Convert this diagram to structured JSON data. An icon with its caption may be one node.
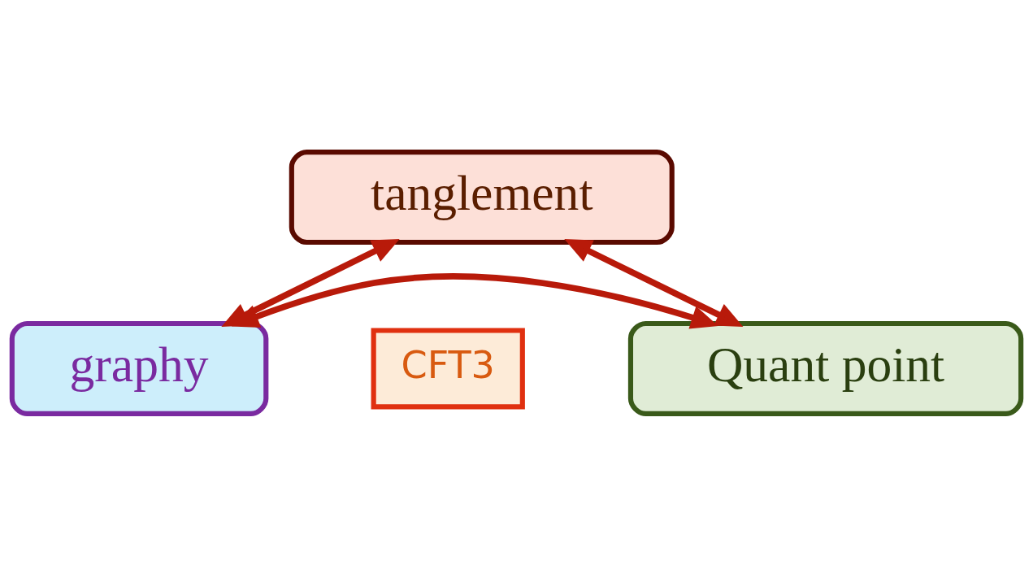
{
  "diagram": {
    "nodes": [
      {
        "text": [
          "tanglement"
        ]
      },
      {
        "text": [
          "CFT3"
        ]
      },
      {
        "text": [
          "Quant point"
        ]
      },
      {
        "text": [
          "graphy"
        ]
      }
    ],
    "edges": [
      {
        "from": 0,
        "to": 3,
        "arrow": "both"
      },
      {
        "from": 0,
        "to": 2,
        "arrow": "both"
      },
      {
        "from": 3,
        "to": 2,
        "arrow": "both"
      }
    ]
  }
}
